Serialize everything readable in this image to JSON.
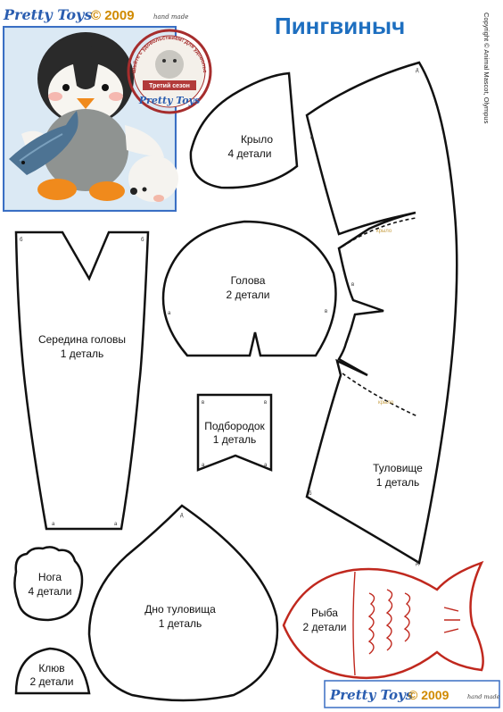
{
  "header": {
    "brand": "Pretty Toys",
    "year": "© 2009",
    "handmade": "hand made",
    "title": "Пингвиныч",
    "copyright": "Copyright © Animal Mascot, Olympus"
  },
  "photo": {
    "seal_arc_text": "Шьйте с удовольствием! Для удовольствия!",
    "seal_banner": "Третий сезон",
    "seal_brand": "Pretty Toys"
  },
  "pieces": {
    "wing": {
      "name": "Крыло",
      "count": "4 детали"
    },
    "head": {
      "name": "Голова",
      "count": "2 детали"
    },
    "head_center": {
      "name": "Середина головы",
      "count": "1 деталь"
    },
    "chin": {
      "name": "Подбородок",
      "count": "1 деталь"
    },
    "body": {
      "name": "Туловище",
      "count": "1 деталь"
    },
    "foot": {
      "name": "Нога",
      "count": "4 детали"
    },
    "bottom": {
      "name": "Дно туловища",
      "count": "1 деталь"
    },
    "beak": {
      "name": "Клюв",
      "count": "2 детали"
    },
    "fish": {
      "name": "Рыба",
      "count": "2 детали"
    }
  },
  "marks": {
    "a": "а",
    "b": "б",
    "v": "в",
    "g": "г",
    "d": "д",
    "wing_tag": "крыло"
  },
  "footer": {
    "brand": "Pretty Toys",
    "year": "© 2009",
    "handmade": "hand made"
  },
  "colors": {
    "title_blue": "#1e6fc0",
    "brand_blue": "#2a5db0",
    "brand_gold": "#d08a00",
    "fish_red": "#c0281e",
    "frame_border": "#3a6fc4"
  }
}
